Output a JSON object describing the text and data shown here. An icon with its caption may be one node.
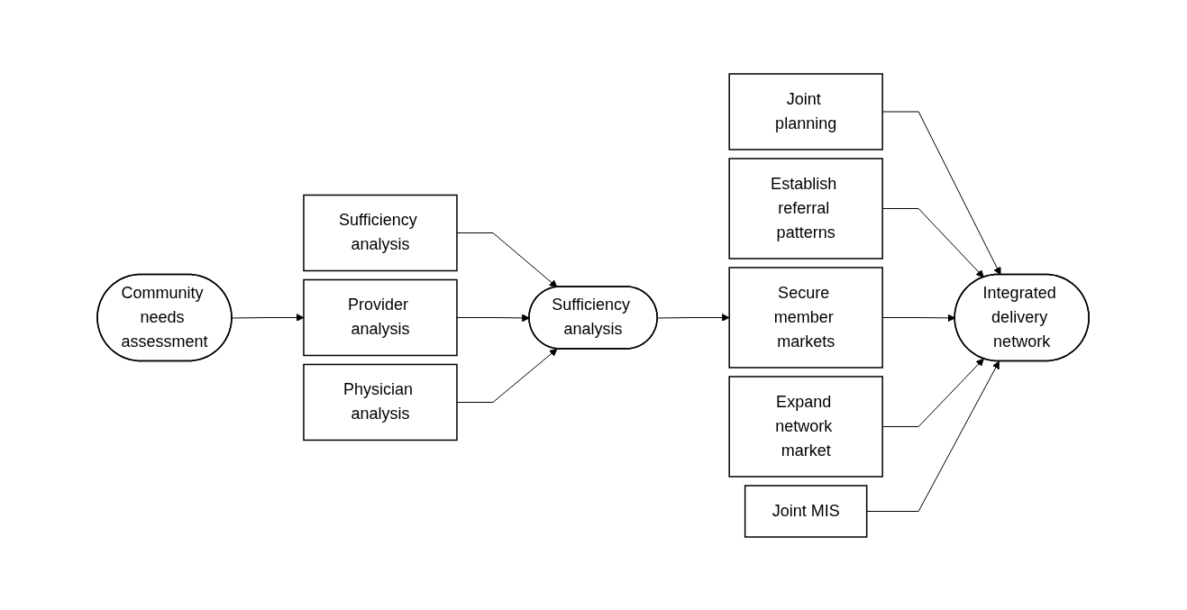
{
  "diagram": {
    "nodes": [
      {
        "text": [
          "Community needs assessment"
        ]
      },
      {
        "text": [
          "Sufficiency analysis"
        ]
      },
      {
        "text": [
          "Provider analysis"
        ]
      },
      {
        "text": [
          "Physician analysis"
        ]
      },
      {
        "text": [
          "Sufficiency analysis"
        ]
      },
      {
        "text": [
          "Joint planning"
        ]
      },
      {
        "text": [
          "Establish referral patterns"
        ]
      },
      {
        "text": [
          "Secure member markets"
        ]
      },
      {
        "text": [
          "Expand network market"
        ]
      },
      {
        "text": [
          "Joint MIS"
        ]
      },
      {
        "text": [
          "Integrated delivery network"
        ]
      }
    ],
    "edges": [
      {
        "from": 0,
        "to": 2,
        "arrow": "to"
      },
      {
        "from": 1,
        "to": 4,
        "arrow": "to"
      },
      {
        "from": 2,
        "to": 4,
        "arrow": "to"
      },
      {
        "from": 3,
        "to": 4,
        "arrow": "to"
      },
      {
        "from": 4,
        "to": 7,
        "arrow": "to"
      },
      {
        "from": 5,
        "to": 10,
        "arrow": "to"
      },
      {
        "from": 6,
        "to": 10,
        "arrow": "to"
      },
      {
        "from": 7,
        "to": 10,
        "arrow": "to"
      },
      {
        "from": 8,
        "to": 10,
        "arrow": "to"
      },
      {
        "from": 9,
        "to": 10,
        "arrow": "to"
      }
    ]
  }
}
